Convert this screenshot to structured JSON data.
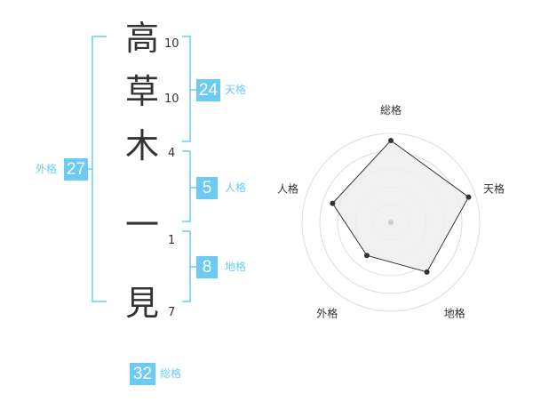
{
  "name": {
    "characters": [
      {
        "char": "高",
        "strokes": "10"
      },
      {
        "char": "草",
        "strokes": "10"
      },
      {
        "char": "木",
        "strokes": "4"
      },
      {
        "char": "一",
        "strokes": "1"
      },
      {
        "char": "見",
        "strokes": "7"
      }
    ]
  },
  "fortune": {
    "tenkaku": {
      "value": "24",
      "label": "天格"
    },
    "jinkaku": {
      "value": "5",
      "label": "人格"
    },
    "chikaku": {
      "value": "8",
      "label": "地格"
    },
    "gaikaku": {
      "value": "27",
      "label": "外格"
    },
    "soukaku": {
      "value": "32",
      "label": "総格"
    }
  },
  "chart_data": {
    "type": "radar",
    "axes": [
      "総格",
      "天格",
      "地格",
      "外格",
      "人格"
    ],
    "values": [
      4,
      4,
      3,
      2,
      3
    ],
    "range": [
      0,
      4
    ],
    "rings": 4,
    "colors": {
      "fill": "#eeeeee",
      "line": "#333333",
      "point": "#333333",
      "grid": "#dddddd",
      "center": "#cccccc"
    }
  },
  "colors": {
    "accent": "#6ccbf4",
    "text": "#333333"
  }
}
